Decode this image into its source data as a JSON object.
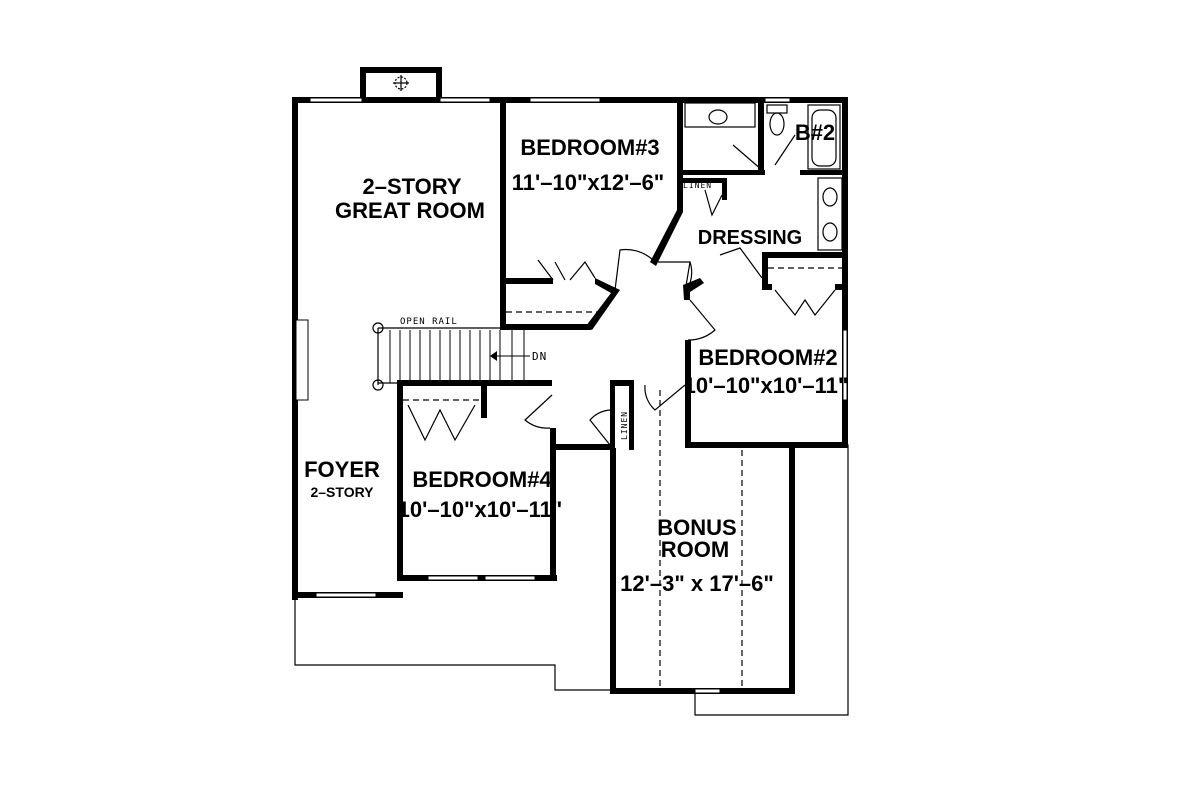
{
  "rooms": {
    "great_room": {
      "line1": "2–STORY",
      "line2": "GREAT ROOM"
    },
    "bedroom3": {
      "name": "BEDROOM#3",
      "size": "11'–10\"x12'–6\""
    },
    "bath2": {
      "name": "B#2"
    },
    "dressing": {
      "name": "DRESSING"
    },
    "bedroom2": {
      "name": "BEDROOM#2",
      "size": "10'–10\"x10'–11\""
    },
    "bedroom4": {
      "name": "BEDROOM#4",
      "size": "10'–10\"x10'–11\""
    },
    "foyer": {
      "line1": "FOYER",
      "line2": "2–STORY"
    },
    "bonus": {
      "line1": "BONUS",
      "line2": "ROOM",
      "size": "12'–3\" x 17'–6\""
    }
  },
  "labels": {
    "open_rail": "OPEN RAIL",
    "down": "DN",
    "linen_upper": "LINEN",
    "linen_lower": "LINEN"
  }
}
